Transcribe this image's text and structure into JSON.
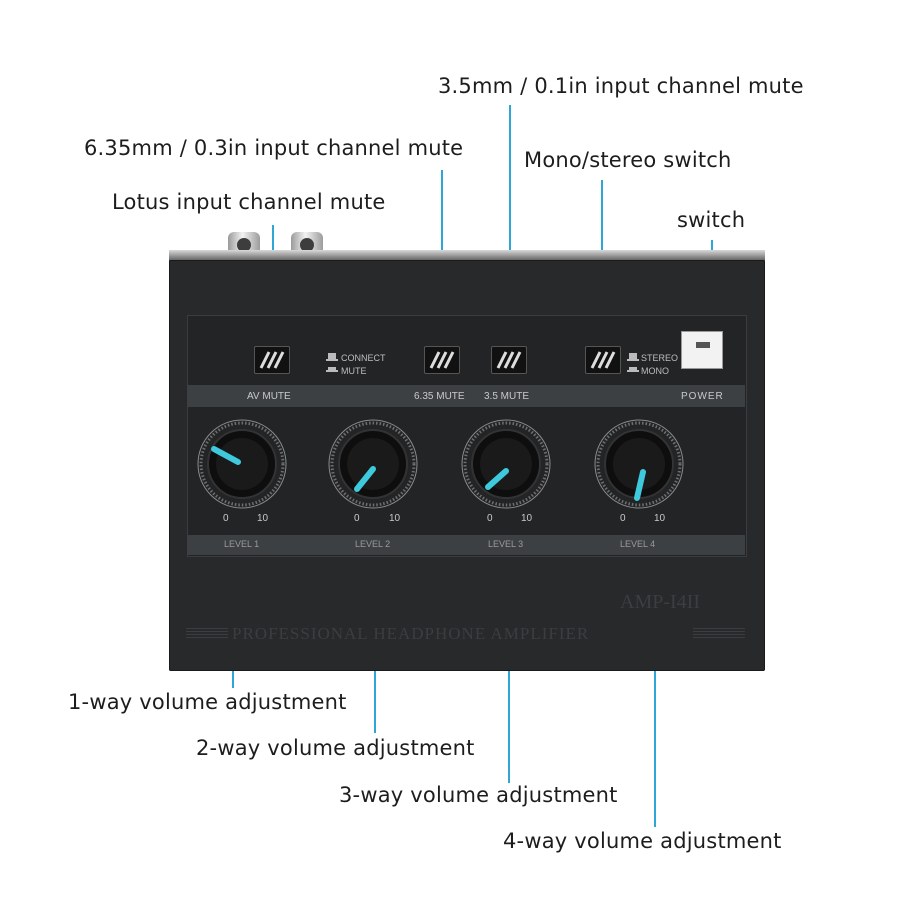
{
  "callouts": {
    "c35_mute": "3.5mm / 0.1in input channel mute",
    "c635_mute": "6.35mm / 0.3in input channel mute",
    "mono_stereo": "Mono/stereo switch",
    "lotus_mute": "Lotus input channel mute",
    "switch": "switch",
    "vol1": "1-way volume adjustment",
    "vol2": "2-way volume adjustment",
    "vol3": "3-way volume adjustment",
    "vol4": "4-way volume adjustment"
  },
  "panel": {
    "connect": "CONNECT",
    "mute": "MUTE",
    "stereo": "STEREO",
    "mono": "MONO",
    "av_mute": "AV MUTE",
    "mute_635": "6.35 MUTE",
    "mute_35": "3.5 MUTE",
    "power": "POWER",
    "scale_min": "0",
    "scale_max": "10",
    "level1": "LEVEL 1",
    "level2": "LEVEL 2",
    "level3": "LEVEL 3",
    "level4": "LEVEL 4"
  },
  "brand": {
    "model": "AMP-I4II",
    "tagline": "PROFESSIONAL HEADPHONE AMPLIFIER"
  },
  "colors": {
    "leader": "#2fa6d6",
    "indicator": "#3ec9dc",
    "body": "#27292b"
  }
}
